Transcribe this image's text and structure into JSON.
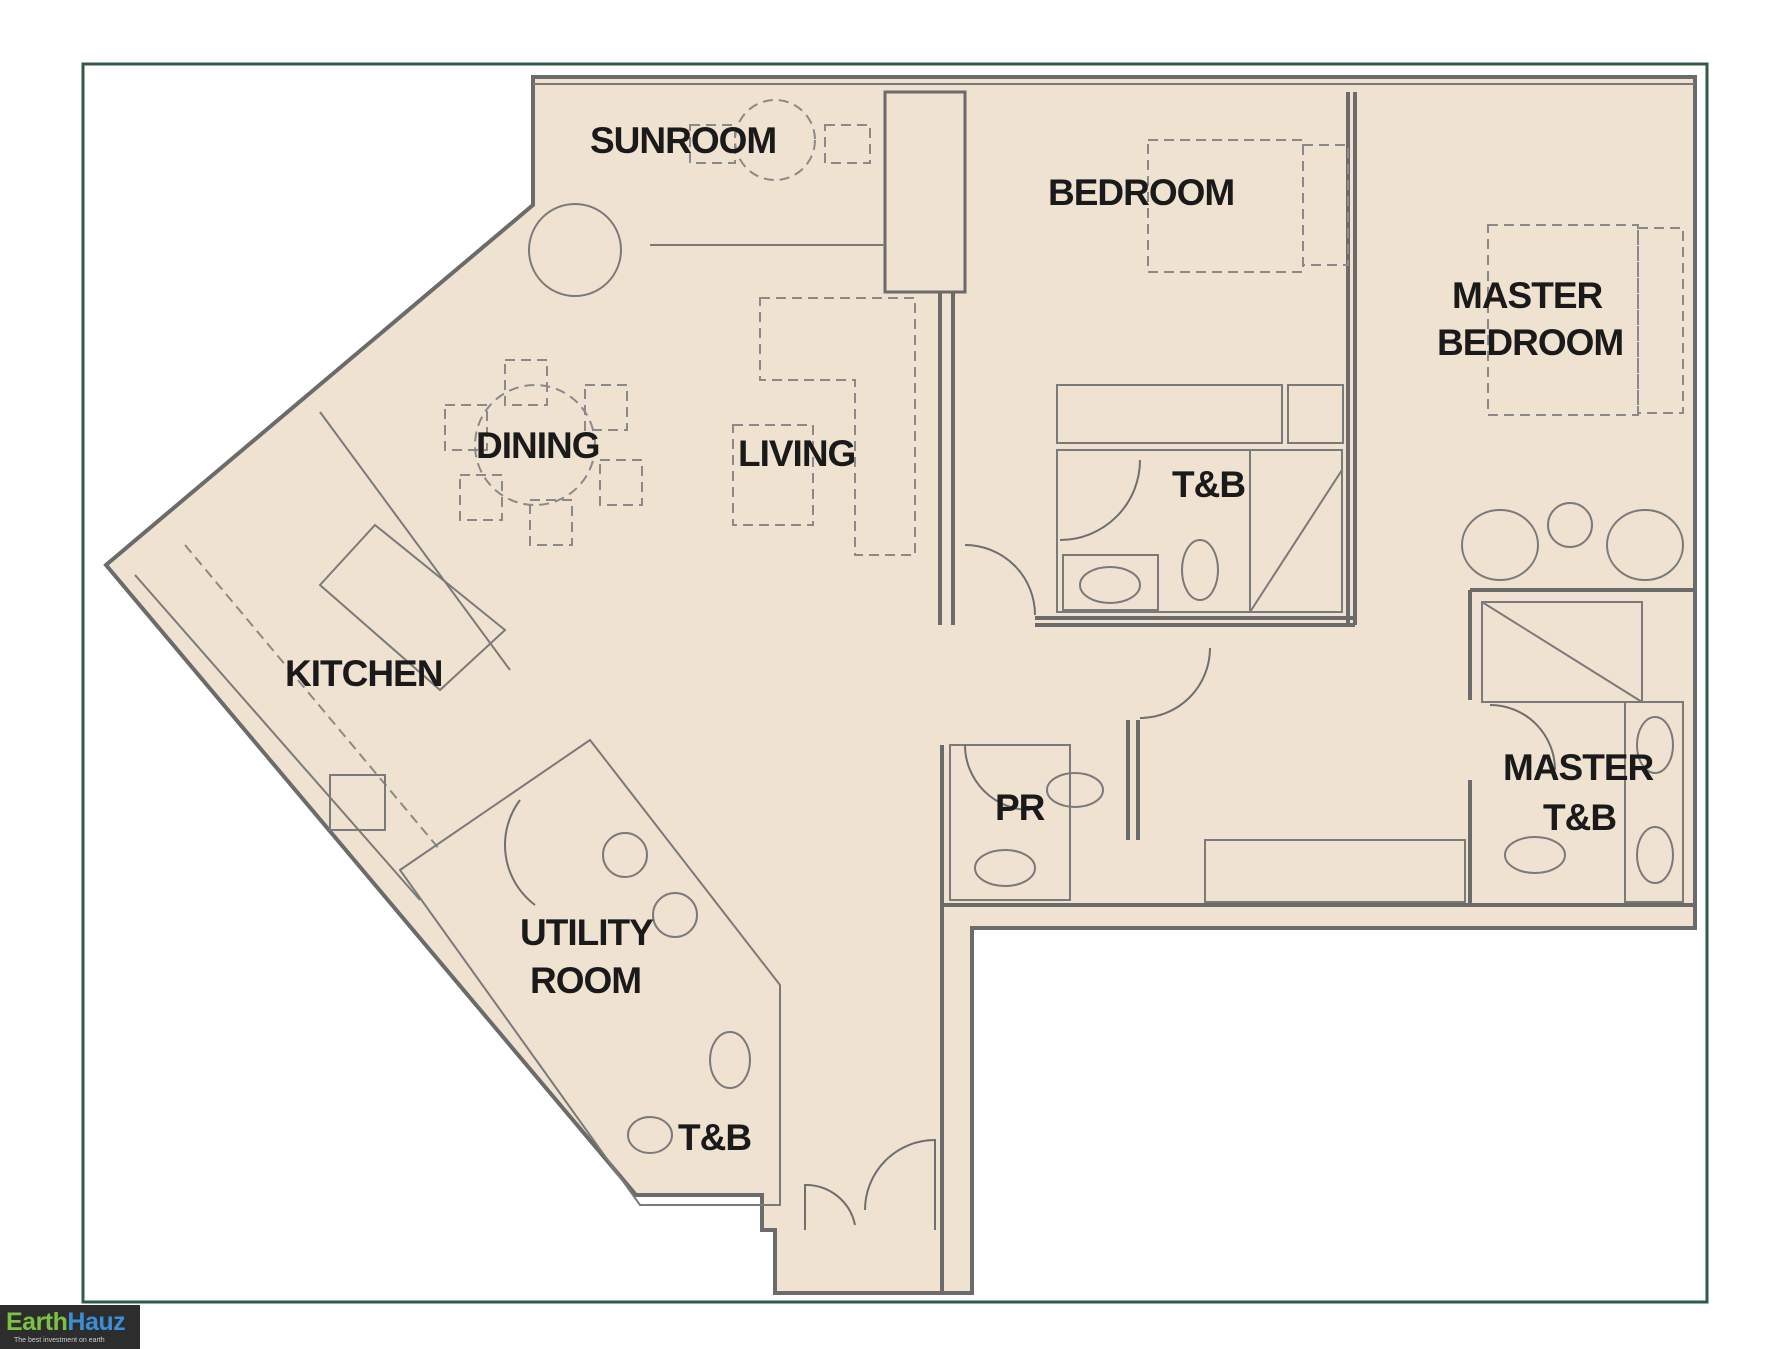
{
  "colors": {
    "frame": "#2f5a45",
    "floor": "#f0e2d0",
    "wall": "#6b6b6b"
  },
  "rooms": {
    "sunroom": "SUNROOM",
    "bedroom": "BEDROOM",
    "master_bedroom_line1": "MASTER",
    "master_bedroom_line2": "BEDROOM",
    "dining": "DINING",
    "living": "LIVING",
    "tb_bedroom": "T&B",
    "kitchen": "KITCHEN",
    "pr": "PR",
    "master_tb_line1": "MASTER",
    "master_tb_line2": "T&B",
    "utility_line1": "UTILITY",
    "utility_line2": "ROOM",
    "tb_utility": "T&B"
  },
  "logo": {
    "brand_part1": "Earth",
    "brand_part2": "Hauz",
    "tagline": "The best investment on earth"
  }
}
